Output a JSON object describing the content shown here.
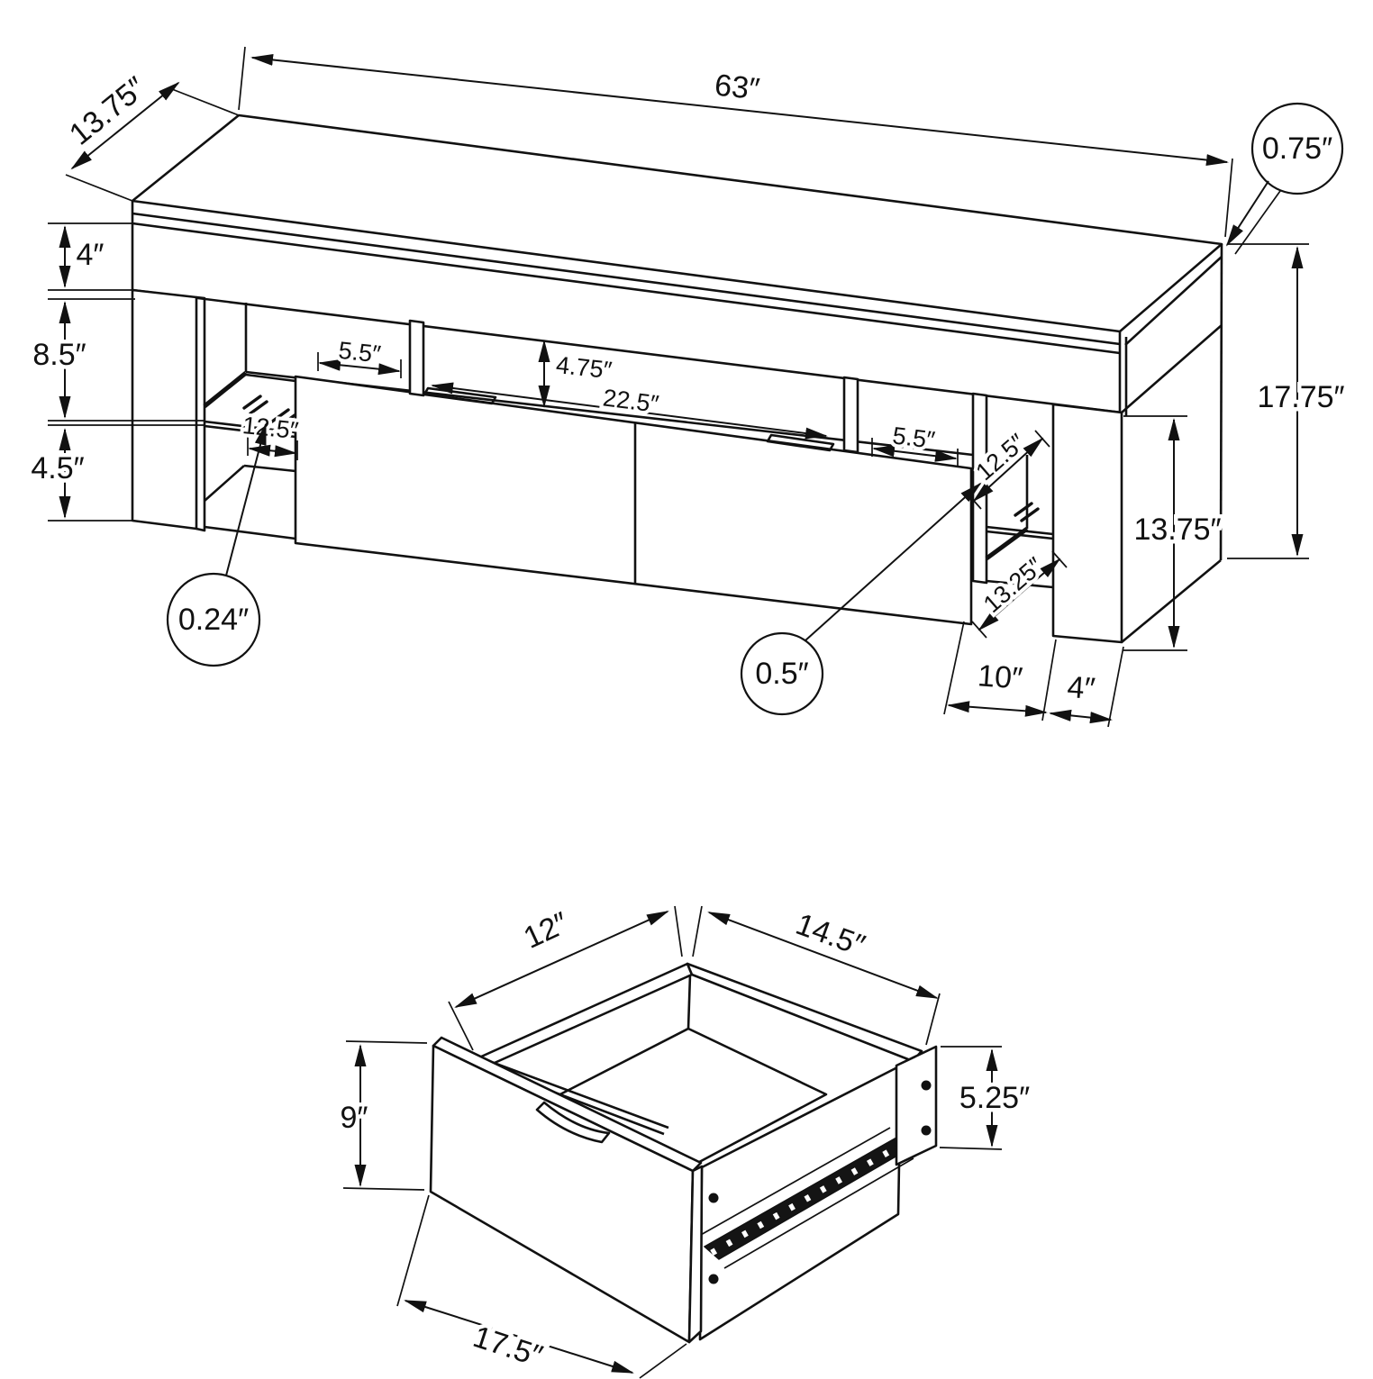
{
  "meta": {
    "drawing_type": "furniture dimension diagram",
    "line_color": "#111111",
    "background": "#ffffff"
  },
  "tv": {
    "top_depth": "13.75″",
    "top_length": "63″",
    "top_thickness": "0.75″",
    "apron_height": "4″",
    "upper_opening_height": "8.5″",
    "lower_opening_height": "4.5″",
    "left_cubby_width": "12.5″",
    "left_opening_width": "5.5″",
    "center_opening_height": "4.75″",
    "center_opening_width": "22.5″",
    "right_opening_width": "5.5″",
    "right_cubby_depth": "12.5″",
    "glass_shelf_thickness": "0.24″",
    "back_panel_thickness": "0.5″",
    "floor_shelf_depth": "13.25″",
    "side_panel_height": "13.75″",
    "overall_height": "17.75″",
    "leg_opening_width": "10″",
    "leg_width": "4″"
  },
  "drawer": {
    "inner_width": "12″",
    "inner_depth": "14.5″",
    "front_height": "9″",
    "box_side_height": "5.25″",
    "front_width": "17.5″"
  }
}
